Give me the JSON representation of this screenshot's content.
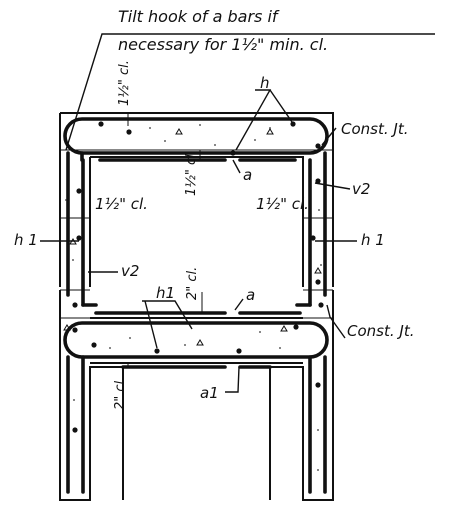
{
  "note": {
    "line1": "Tilt hook of a bars if",
    "line2": "necessary for 1½\" min. cl."
  },
  "labels": {
    "h_top": "h",
    "const_jt_top": "Const. Jt.",
    "const_jt_bottom": "Const. Jt.",
    "a_top": "a",
    "a_mid": "a",
    "a1": "a1",
    "v2_left": "v2",
    "v2_right": "v2",
    "h1_left": "h 1",
    "h1_right": "h 1",
    "h1_mid": "h1"
  },
  "clearances": {
    "top_cover": "1½\" cl.",
    "slab_under": "1½\" cl.",
    "left_wall": "1½\" cl.",
    "right_wall": "1½\" cl.",
    "middle": "2\" cl.",
    "bottom": "2\" cl."
  }
}
